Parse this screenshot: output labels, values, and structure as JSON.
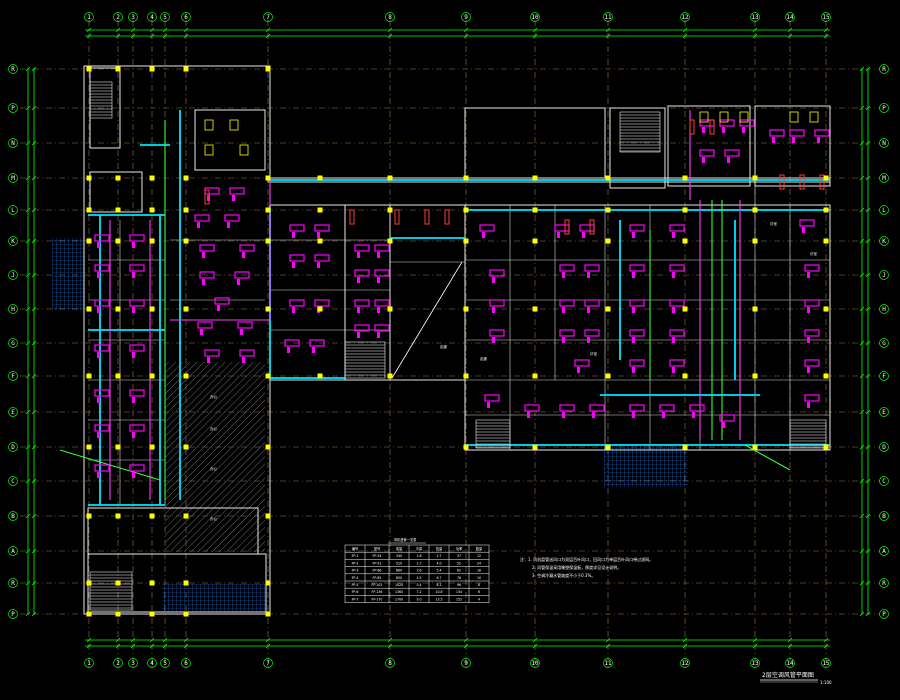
{
  "drawing": {
    "title": "2层空调风管平面图",
    "scale": "1:100",
    "table_title": "风机盘管一览表",
    "notes": [
      "注：1. 风机盘管送风口为双层百叶风口，回风口为单层百叶风口带过滤网。",
      "2. 风管保温采用橡塑保温板，厚度详见设计说明。",
      "3. 空调冷凝水管坡度不小于0.3%。"
    ],
    "table": {
      "headers": [
        "编号",
        "型号",
        "风量",
        "冷量",
        "热量",
        "功率",
        "数量"
      ],
      "rows": [
        [
          "FP-1",
          "FP-34",
          "340",
          "1.8",
          "2.7",
          "37",
          "12"
        ],
        [
          "FP-2",
          "FP-51",
          "510",
          "2.7",
          "4.0",
          "52",
          "24"
        ],
        [
          "FP-3",
          "FP-68",
          "680",
          "3.6",
          "5.4",
          "62",
          "18"
        ],
        [
          "FP-4",
          "FP-85",
          "850",
          "4.5",
          "6.7",
          "76",
          "10"
        ],
        [
          "FP-5",
          "FP-102",
          "1020",
          "5.4",
          "8.1",
          "96",
          "8"
        ],
        [
          "FP-6",
          "FP-136",
          "1360",
          "7.2",
          "10.8",
          "134",
          "6"
        ],
        [
          "FP-7",
          "FP-170",
          "1700",
          "9.0",
          "13.5",
          "152",
          "4"
        ]
      ]
    },
    "grid_cols": [
      "1",
      "2",
      "3",
      "4",
      "5",
      "6",
      "7",
      "8",
      "9",
      "10",
      "11",
      "12",
      "13",
      "14",
      "15"
    ],
    "grid_rows": [
      "R",
      "P",
      "N",
      "M",
      "L",
      "K",
      "J",
      "H",
      "G",
      "F",
      "E",
      "D",
      "C",
      "B",
      "A"
    ],
    "colors": {
      "background": "#000000",
      "grid": "#9a7a46",
      "dimension": "#00ff00",
      "wall": "#ffffff",
      "duct": "#00ffff",
      "unit": "#ff00ff",
      "equipment": "#ff3b3b",
      "hatch": "#7a7a7a",
      "column": "#ffff00",
      "glazing": "#1e6fd8"
    }
  }
}
